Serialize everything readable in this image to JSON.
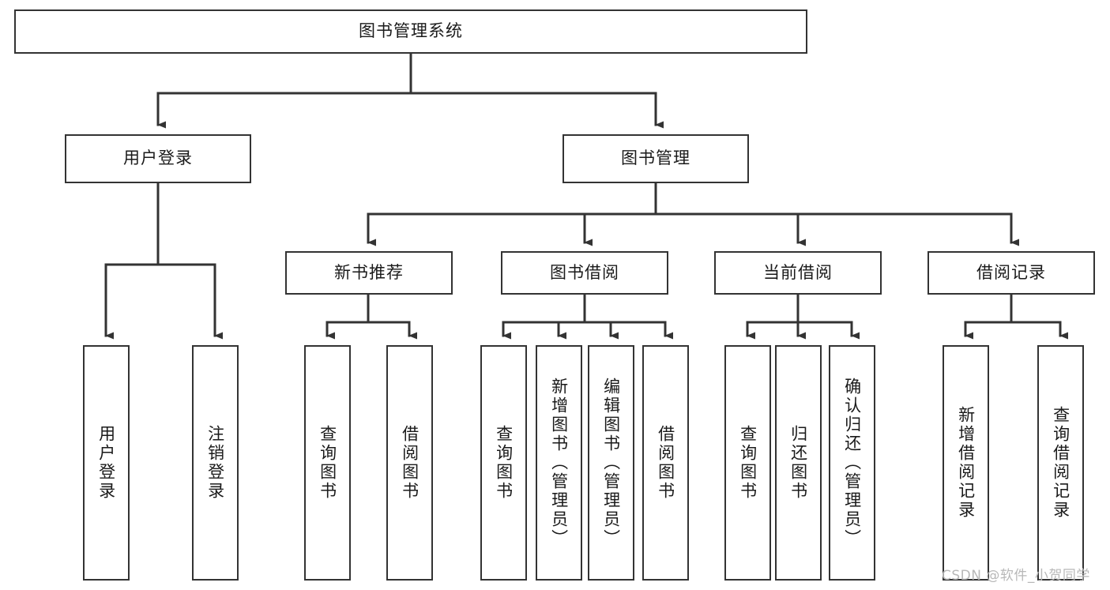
{
  "diagram": {
    "title": "图书管理系统",
    "type": "tree",
    "watermark": "CSDN @软件_小贺同学",
    "colors": {
      "box_border": "#333333",
      "box_fill": "#ffffff",
      "line": "#333333",
      "text": "#1a1a1a",
      "watermark": "#b8b8b8",
      "background": "#ffffff"
    },
    "nodes": {
      "root": {
        "label": "图书管理系统"
      },
      "level1": [
        {
          "id": "user-login",
          "label": "用户登录"
        },
        {
          "id": "book-manage",
          "label": "图书管理"
        }
      ],
      "level2": [
        {
          "id": "new-book-recommend",
          "label": "新书推荐",
          "parent": "book-manage"
        },
        {
          "id": "book-borrow",
          "label": "图书借阅",
          "parent": "book-manage"
        },
        {
          "id": "current-borrow",
          "label": "当前借阅",
          "parent": "book-manage"
        },
        {
          "id": "borrow-record",
          "label": "借阅记录",
          "parent": "book-manage"
        }
      ],
      "leaves": {
        "user-login": [
          {
            "id": "leaf-user-login",
            "label": "用户登录"
          },
          {
            "id": "leaf-user-logout",
            "label": "注销登录"
          }
        ],
        "new-book-recommend": [
          {
            "id": "leaf-query-book-1",
            "label": "查询图书"
          },
          {
            "id": "leaf-borrow-book-1",
            "label": "借阅图书"
          }
        ],
        "book-borrow": [
          {
            "id": "leaf-query-book-2",
            "label": "查询图书"
          },
          {
            "id": "leaf-add-book",
            "label": "新增图书（管理员）"
          },
          {
            "id": "leaf-edit-book",
            "label": "编辑图书（管理员）"
          },
          {
            "id": "leaf-borrow-book-2",
            "label": "借阅图书"
          }
        ],
        "current-borrow": [
          {
            "id": "leaf-query-book-3",
            "label": "查询图书"
          },
          {
            "id": "leaf-return-book",
            "label": "归还图书"
          },
          {
            "id": "leaf-confirm-return",
            "label": "确认归还（管理员）"
          }
        ],
        "borrow-record": [
          {
            "id": "leaf-add-record",
            "label": "新增借阅记录"
          },
          {
            "id": "leaf-query-record",
            "label": "查询借阅记录"
          }
        ]
      }
    }
  }
}
